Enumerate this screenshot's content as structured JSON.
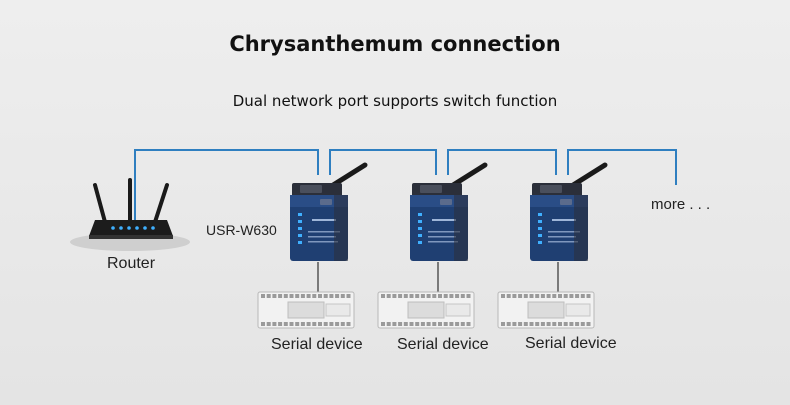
{
  "diagram": {
    "title": "Chrysanthemum connection",
    "subtitle": "Dual network port supports switch function",
    "router_label": "Router",
    "model_label": "USR-W630",
    "device_labels": [
      "Serial device",
      "Serial device",
      "Serial device"
    ],
    "more_label": "more  . . .",
    "colors": {
      "link": "#2f7fc0",
      "device_body": "#1f3f72",
      "device_dark": "#2b2f3a",
      "led": "#3fb0ff",
      "serial_wire": "#555555",
      "plc_body": "#f2f2f2"
    },
    "icons": {
      "router": "wifi-router-icon",
      "server": "serial-server-icon",
      "plc": "serial-device-icon"
    }
  }
}
